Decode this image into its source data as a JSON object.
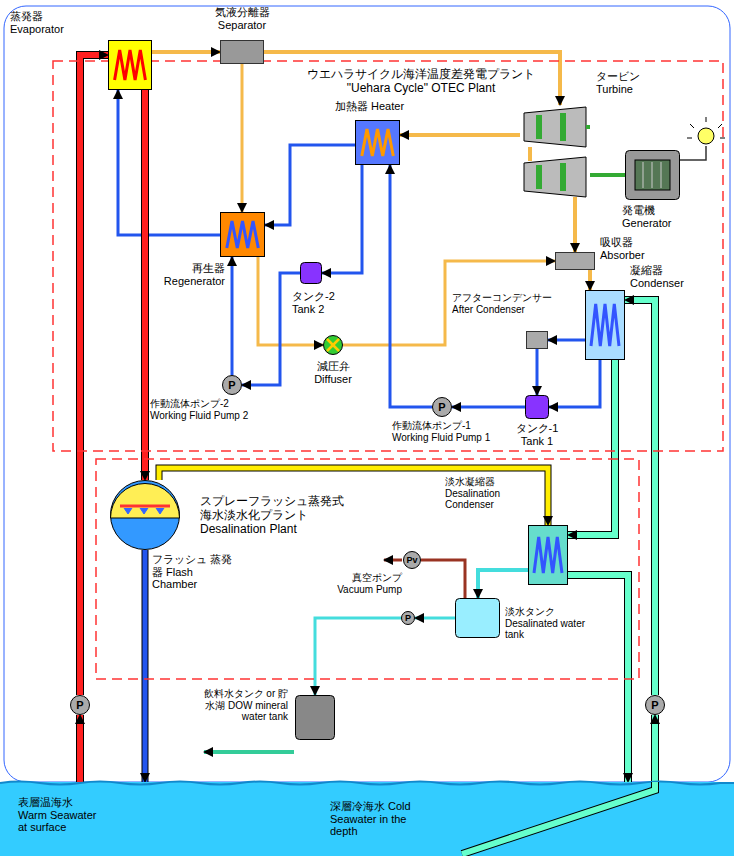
{
  "diagram": {
    "nodes": [
      {
        "text": [
          "ウエハラサイクル海洋温度差発電プラント \"Uehara Cycle\" OTEC Plant"
        ]
      },
      {
        "text": [
          "蒸発器 Evaporator"
        ],
        "in": 0
      },
      {
        "text": [
          "気液分離器 Separator"
        ],
        "in": 0
      },
      {
        "text": [
          "タービン Turbine"
        ],
        "in": 0
      },
      {
        "text": [
          "発電機 Generator"
        ],
        "in": 0
      },
      {
        "text": [
          "加熱器 Heater"
        ],
        "in": 0
      },
      {
        "text": [
          "再生器 Regenerator"
        ],
        "in": 0
      },
      {
        "text": [
          "タンク-2 Tank 2"
        ],
        "in": 0
      },
      {
        "text": [
          "減圧弁 Diffuser"
        ],
        "in": 0
      },
      {
        "text": [
          "吸収器 Absorber"
        ],
        "in": 0
      },
      {
        "text": [
          "アフターコンデンサー After Condenser"
        ],
        "in": 0
      },
      {
        "text": [
          "凝縮器 Condenser"
        ],
        "in": 0
      },
      {
        "text": [
          "タンク-1 Tank 1"
        ],
        "in": 0
      },
      {
        "text": [
          "P",
          "作動流体ポンプ-1 Working Fluid Pump 1"
        ],
        "in": 0
      },
      {
        "text": [
          "P",
          "作動流体ポンプ-2 Working Fluid Pump 2"
        ],
        "in": 0
      },
      {
        "text": [
          "スプレーフラッシュ蒸発式 海水淡水化プラント Desalination Plant"
        ]
      },
      {
        "text": [
          "フラッシュ 蒸発器 Flash Chamber"
        ],
        "in": 15
      },
      {
        "text": [
          "淡水凝縮器 Desalination Condenser"
        ],
        "in": 15
      },
      {
        "text": [
          "Pv",
          "真空ポンプ Vacuum Pump"
        ],
        "in": 15
      },
      {
        "text": [
          "淡水タンク Desalinated water tank"
        ],
        "in": 15
      },
      {
        "text": [
          "P"
        ],
        "in": 15
      },
      {
        "text": [
          "飲料水タンク or 貯水湖 DOW mineral water tank"
        ]
      },
      {
        "text": [
          "P"
        ]
      },
      {
        "text": [
          "P"
        ]
      },
      {
        "text": [
          "表層温海水 Warm Seawater at surface",
          "深層冷海水 Cold Seawater in the depth"
        ]
      }
    ],
    "edges": [
      {
        "from": 1,
        "to": 2,
        "arrow": "to"
      },
      {
        "from": 2,
        "to": 3,
        "arrow": "to"
      },
      {
        "from": 2,
        "to": 6,
        "arrow": "to"
      },
      {
        "from": 3,
        "to": 5,
        "arrow": "to"
      },
      {
        "from": 3,
        "to": 9,
        "arrow": "to"
      },
      {
        "from": 3,
        "to": 4,
        "arrow": "none"
      },
      {
        "from": 5,
        "to": 7,
        "arrow": "to"
      },
      {
        "from": 5,
        "to": 6,
        "arrow": "to"
      },
      {
        "from": 6,
        "to": 1,
        "arrow": "to"
      },
      {
        "from": 6,
        "to": 8,
        "arrow": "to"
      },
      {
        "from": 8,
        "to": 9,
        "arrow": "to"
      },
      {
        "from": 9,
        "to": 11,
        "arrow": "to"
      },
      {
        "from": 11,
        "to": 10,
        "arrow": "to"
      },
      {
        "from": 10,
        "to": 12,
        "arrow": "to"
      },
      {
        "from": 11,
        "to": 12,
        "arrow": "to"
      },
      {
        "from": 12,
        "to": 13,
        "arrow": "to"
      },
      {
        "from": 13,
        "to": 5,
        "arrow": "to"
      },
      {
        "from": 7,
        "to": 14,
        "arrow": "to"
      },
      {
        "from": 14,
        "to": 6,
        "arrow": "to"
      },
      {
        "from": 22,
        "to": 1,
        "arrow": "to"
      },
      {
        "from": 1,
        "to": 16,
        "arrow": "to"
      },
      {
        "from": 16,
        "to": 17,
        "arrow": "to"
      },
      {
        "from": 23,
        "to": 11,
        "arrow": "to"
      },
      {
        "from": 11,
        "to": 17,
        "arrow": "to"
      },
      {
        "from": 17,
        "to": 19,
        "arrow": "to"
      },
      {
        "from": 18,
        "to": 19,
        "arrow": "none"
      },
      {
        "from": 19,
        "to": 20,
        "arrow": "to"
      },
      {
        "from": 20,
        "to": 21,
        "arrow": "to"
      },
      {
        "from": 17,
        "to": 24,
        "arrow": "to"
      },
      {
        "from": 16,
        "to": 24,
        "arrow": "to"
      },
      {
        "from": 24,
        "to": 22,
        "arrow": "to"
      },
      {
        "from": 24,
        "to": 23,
        "arrow": "to"
      }
    ]
  }
}
